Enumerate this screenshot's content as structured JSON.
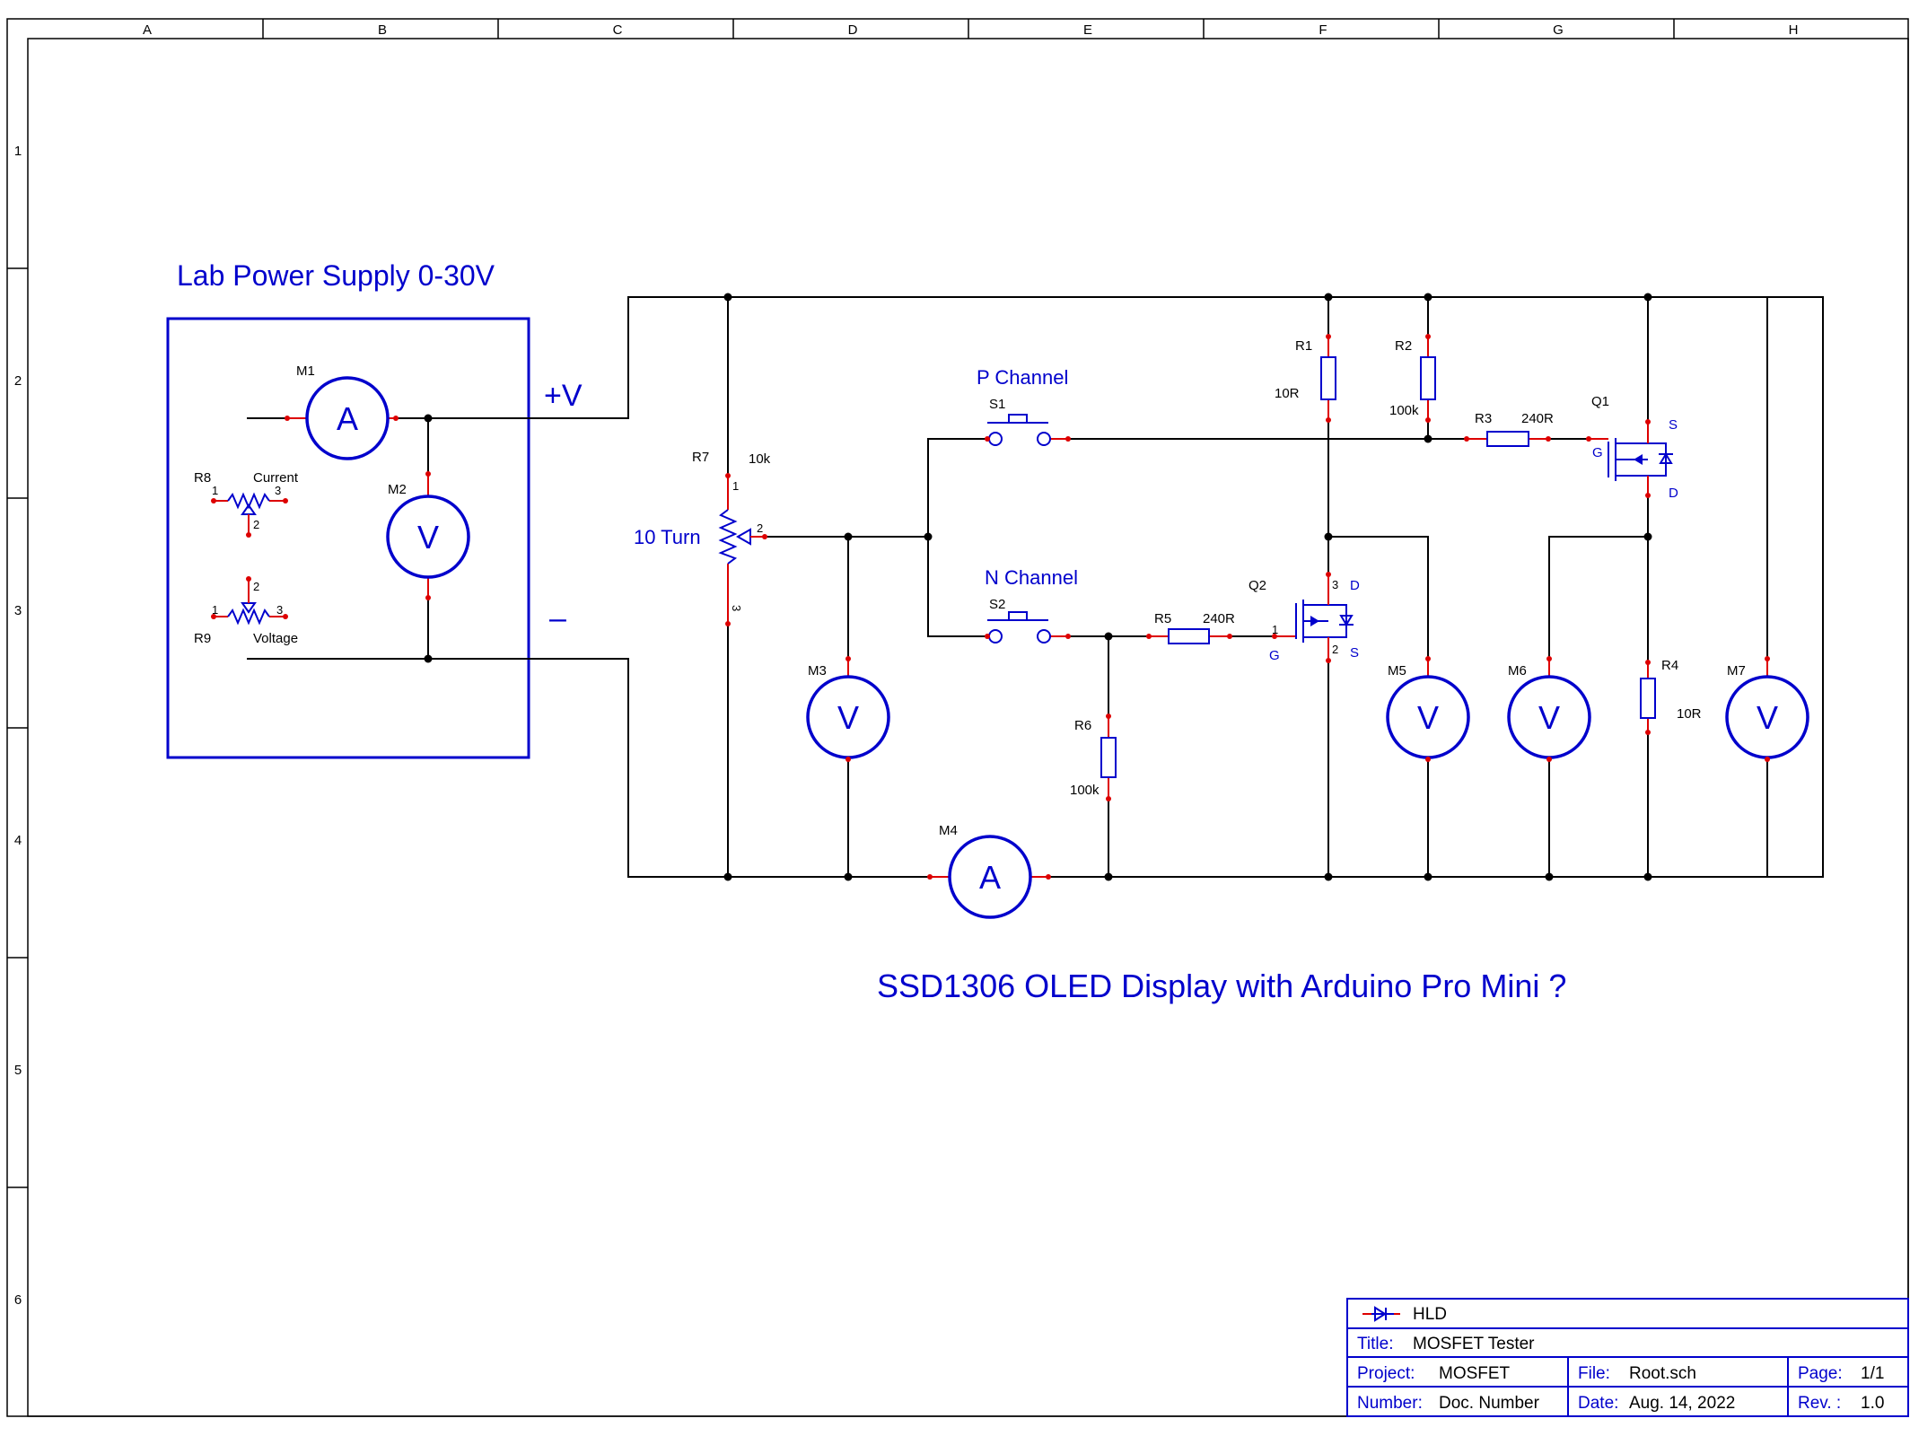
{
  "frame": {
    "columns": [
      "A",
      "B",
      "C",
      "D",
      "E",
      "F",
      "G",
      "H"
    ],
    "rows": [
      "1",
      "2",
      "3",
      "4",
      "5",
      "6"
    ]
  },
  "labels": {
    "supply_title": "Lab Power Supply 0-30V",
    "plus_v": "+V",
    "minus": "–",
    "display_note": "SSD1306 OLED Display with Arduino Pro Mini ?",
    "p_channel": "P Channel",
    "n_channel": "N Channel",
    "ten_turn": "10 Turn"
  },
  "meters": {
    "m1": {
      "ref": "M1",
      "symbol": "A"
    },
    "m2": {
      "ref": "M2",
      "symbol": "V"
    },
    "m3": {
      "ref": "M3",
      "symbol": "V"
    },
    "m4": {
      "ref": "M4",
      "symbol": "A"
    },
    "m5": {
      "ref": "M5",
      "symbol": "V"
    },
    "m6": {
      "ref": "M6",
      "symbol": "V"
    },
    "m7": {
      "ref": "M7",
      "symbol": "V"
    }
  },
  "resistors": {
    "r1": {
      "ref": "R1",
      "value": "10R"
    },
    "r2": {
      "ref": "R2",
      "value": "100k"
    },
    "r3": {
      "ref": "R3",
      "value": "240R"
    },
    "r4": {
      "ref": "R4",
      "value": "10R"
    },
    "r5": {
      "ref": "R5",
      "value": "240R"
    },
    "r6": {
      "ref": "R6",
      "value": "100k"
    },
    "r7": {
      "ref": "R7",
      "value": "10k"
    },
    "r8": {
      "ref": "R8",
      "value": "Current"
    },
    "r9": {
      "ref": "R9",
      "value": "Voltage"
    }
  },
  "switches": {
    "s1": {
      "ref": "S1"
    },
    "s2": {
      "ref": "S2"
    }
  },
  "transistors": {
    "q1": {
      "ref": "Q1",
      "gate": "G",
      "source": "S",
      "drain": "D"
    },
    "q2": {
      "ref": "Q2",
      "gate": "G",
      "source": "S",
      "drain": "D"
    }
  },
  "pins": {
    "one": "1",
    "two": "2",
    "three": "3"
  },
  "title_block": {
    "company": "HLD",
    "title_label": "Title:",
    "title": "MOSFET Tester",
    "project_label": "Project:",
    "project": "MOSFET",
    "number_label": "Number:",
    "number": "Doc. Number",
    "file_label": "File:",
    "file": "Root.sch",
    "date_label": "Date:",
    "date": "Aug. 14, 2022",
    "page_label": "Page:",
    "page": "1/1",
    "rev_label": "Rev. :",
    "rev": "1.0"
  },
  "colors": {
    "wire": "#000000",
    "symbol": "#0000cc",
    "pin": "#dd0000",
    "frame": "#000000"
  }
}
